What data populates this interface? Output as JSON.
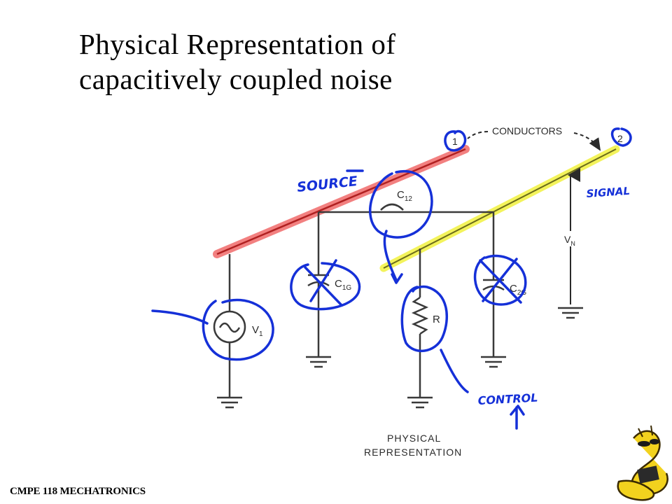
{
  "title": {
    "line1": "Physical Representation of",
    "line2": "capacitively coupled noise"
  },
  "footer": {
    "course": "CMPE 118 MECHATRONICS"
  },
  "diagram": {
    "conductors_label": "CONDUCTORS",
    "conductor1_label": "1",
    "conductor2_label": "2",
    "c12_label": "C",
    "c12_sub": "12",
    "c1g_label": "C",
    "c1g_sub": "1G",
    "c2g_label": "C",
    "c2g_sub": "2G",
    "r_label": "R",
    "v1_label": "V",
    "v1_sub": "1",
    "vn_label": "V",
    "vn_sub": "N",
    "caption_line1": "PHYSICAL",
    "caption_line2": "REPRESENTATION"
  },
  "annotations": {
    "source": "SOURCE",
    "signal": "SIGNAL",
    "control": "CONTROL"
  },
  "colors": {
    "source_highlight": "#f06a6a",
    "signal_highlight": "#f2f24a",
    "ink": "#1530d8",
    "line": "#3a3a3a"
  },
  "icons": [
    "ac-source-icon",
    "ground-icon",
    "mascot-logo"
  ]
}
